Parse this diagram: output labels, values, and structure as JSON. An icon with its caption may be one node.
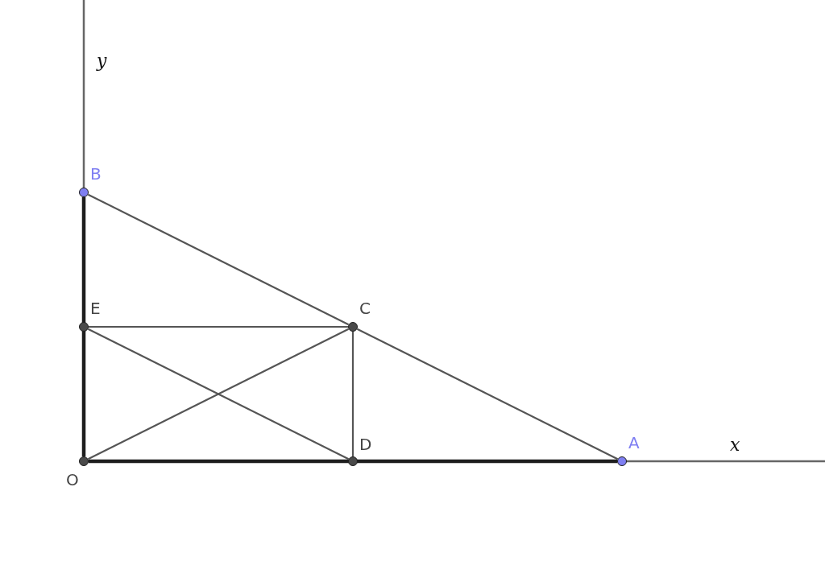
{
  "diagram": {
    "nodes": [
      {
        "text": [
          "B"
        ]
      },
      {
        "text": [
          "E"
        ]
      },
      {
        "text": [
          "C"
        ]
      },
      {
        "text": [
          "O"
        ]
      },
      {
        "text": [
          "D"
        ]
      },
      {
        "text": [
          "A"
        ]
      }
    ],
    "edges": [
      {
        "from": 3,
        "to": 0,
        "arrow": "none",
        "style": "thick"
      },
      {
        "from": 3,
        "to": 5,
        "arrow": "none",
        "style": "thick"
      },
      {
        "from": 0,
        "to": 2,
        "arrow": "none"
      },
      {
        "from": 2,
        "to": 5,
        "arrow": "none"
      },
      {
        "from": 1,
        "to": 2,
        "arrow": "none"
      },
      {
        "from": 2,
        "to": 4,
        "arrow": "none"
      },
      {
        "from": 3,
        "to": 2,
        "arrow": "none"
      },
      {
        "from": 1,
        "to": 4,
        "arrow": "none"
      }
    ],
    "labels": [
      "y",
      "x"
    ]
  }
}
